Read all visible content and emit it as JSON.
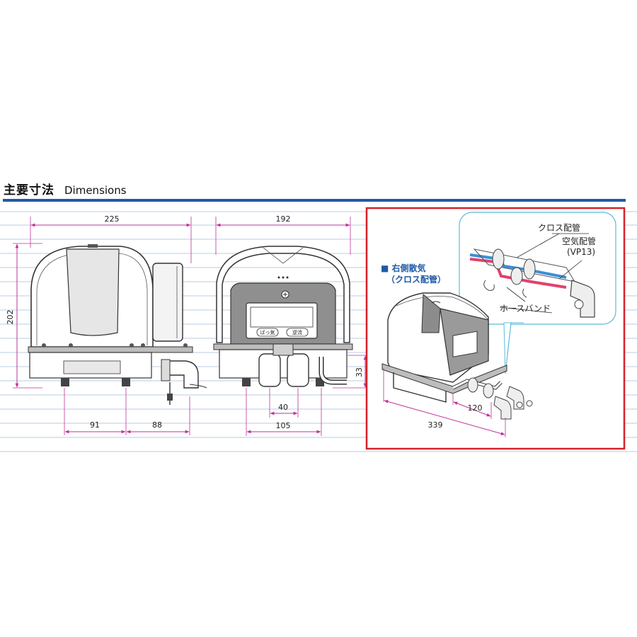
{
  "header": {
    "title_jp": "主要寸法",
    "title_en": "Dimensions"
  },
  "colors": {
    "accent_blue": "#1f5aa6",
    "dimension_magenta": "#c0329a",
    "highlight_red": "#d6202a",
    "callout_cyan": "#5bb9d8",
    "pipe_blue": "#3b8fd6",
    "pipe_pink": "#e2416f"
  },
  "side_view": {
    "width": "225",
    "height": "202",
    "left_base": "91",
    "right_base": "88"
  },
  "front_view": {
    "width": "192",
    "outlet_pitch": "40",
    "outlet_span": "105",
    "outlet_height": "33",
    "panel_label_left": "ばっ気",
    "panel_label_right": "逆流"
  },
  "iso_view": {
    "title_line1": "■ 右側散気",
    "title_line2": "（クロス配管）",
    "dim_depth": "339",
    "dim_pipe": "120",
    "callout_cross": "クロス配管",
    "callout_air_line1": "空気配管",
    "callout_air_line2": "(VP13)",
    "callout_hose": "ホースバンド"
  }
}
